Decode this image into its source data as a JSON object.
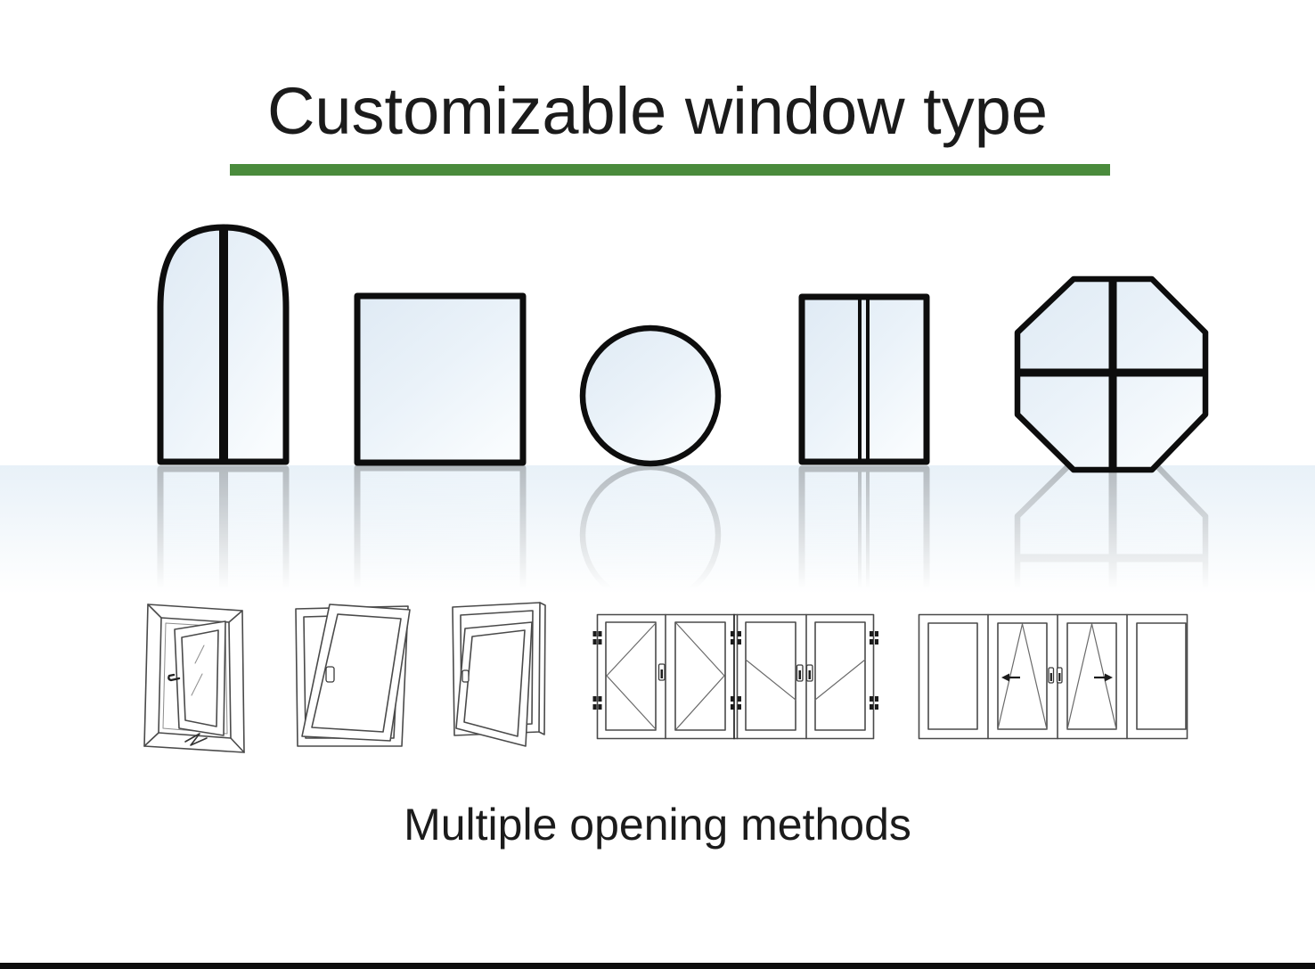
{
  "slide": {
    "title": "Customizable window type",
    "subtitle": "Multiple opening methods"
  },
  "colors": {
    "accent-green": "#4a8b3c",
    "title-text": "#1b1b1b",
    "frame-black": "#0d0d0d",
    "glass-blue": "#e6f0f8",
    "band-blue": "#e9f1f8",
    "drawing-stroke": "#4a4a4a",
    "footer-black": "#0d0d0d"
  },
  "window_shapes": {
    "items": [
      {
        "name": "arched-window"
      },
      {
        "name": "square-window"
      },
      {
        "name": "round-window"
      },
      {
        "name": "double-pane-window"
      },
      {
        "name": "octagon-window"
      }
    ]
  },
  "opening_methods": {
    "items": [
      {
        "name": "casement-open-window"
      },
      {
        "name": "tilt-window"
      },
      {
        "name": "top-hung-window"
      },
      {
        "name": "bifold-window"
      },
      {
        "name": "sliding-window"
      }
    ]
  }
}
